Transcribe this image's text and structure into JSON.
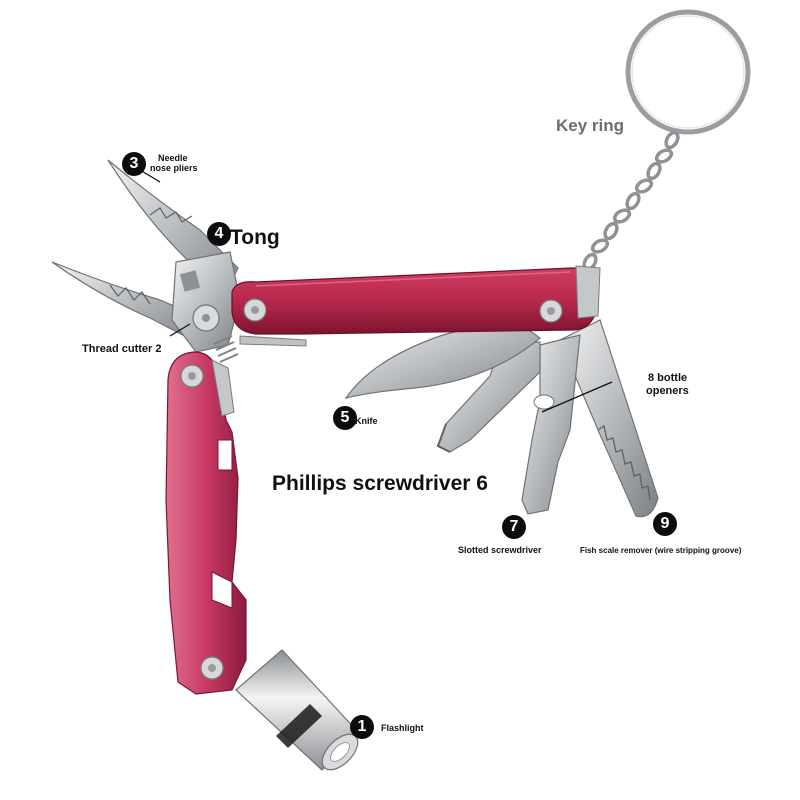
{
  "labels": {
    "key_ring": "Key ring",
    "needle_nose_pliers_line1": "Needle",
    "needle_nose_pliers_line2": "nose pliers",
    "tong": "Tong",
    "thread_cutter": "Thread cutter 2",
    "knife": "Knife",
    "phillips_screwdriver": "Phillips screwdriver 6",
    "bottle_openers_line1": "8 bottle",
    "bottle_openers_line2": "openers",
    "slotted_screwdriver": "Slotted screwdriver",
    "fish_scale_remover": "Fish scale remover (wire stripping groove)",
    "flashlight": "Flashlight"
  },
  "badges": {
    "b1": "1",
    "b3": "3",
    "b4": "4",
    "b5": "5",
    "b7": "7",
    "b9": "9"
  },
  "colors": {
    "handle_main": "#b8284a",
    "handle_dark": "#8a1733",
    "handle_pink": "#d24f77",
    "steel": "#c9cbcd",
    "steel_dark": "#8e9194",
    "label_grey": "#6e6e6e"
  }
}
